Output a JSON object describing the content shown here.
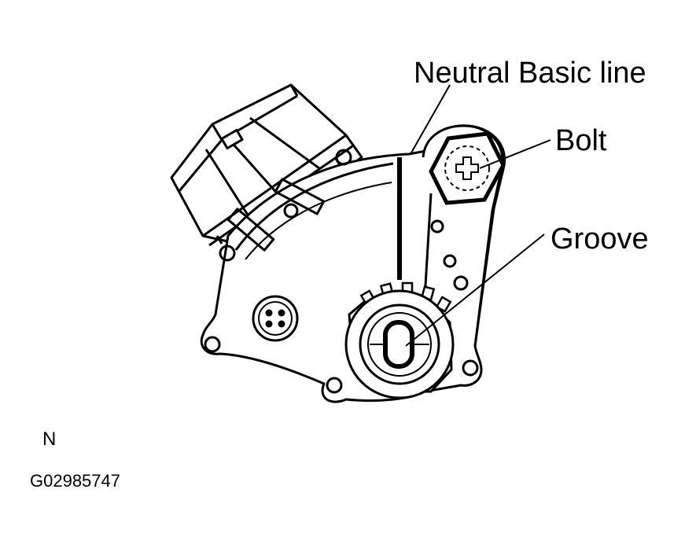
{
  "callouts": {
    "neutral_basic_line": "Neutral Basic line",
    "bolt": "Bolt",
    "groove": "Groove"
  },
  "position_label": "N",
  "figure_code": "G02985747",
  "colors": {
    "ink": "#000000",
    "paper": "#ffffff"
  }
}
